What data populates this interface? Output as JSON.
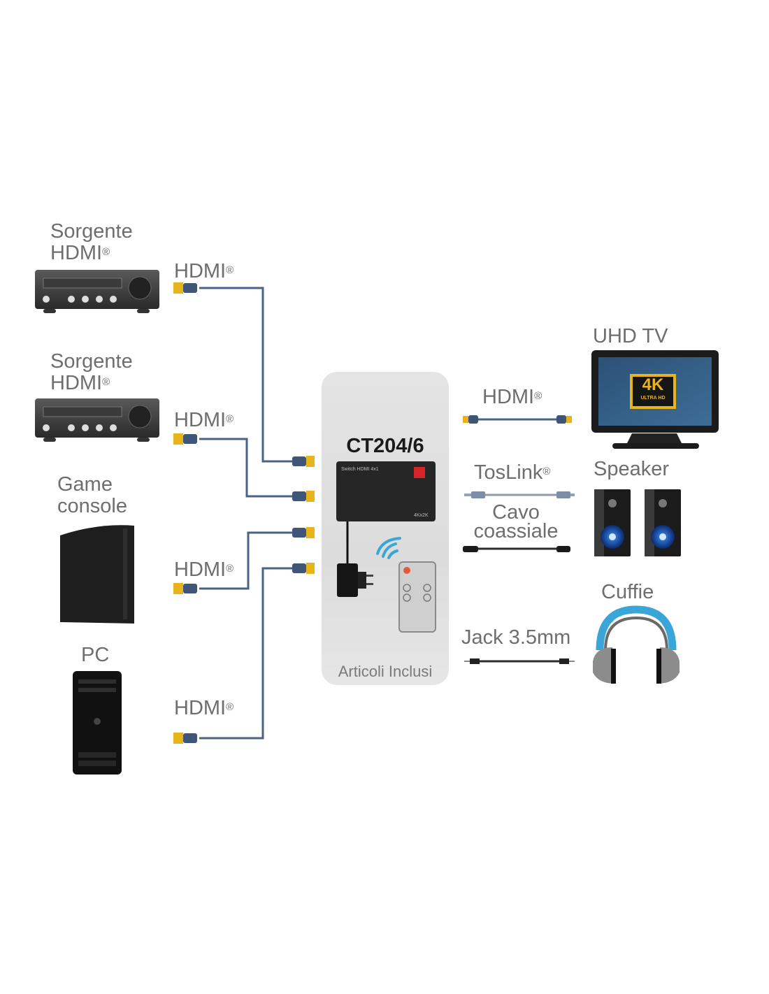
{
  "diagram": {
    "title": "CT204/6",
    "subtitle": "Articoli Inclusi",
    "device_label": "Switch HDMI 4x1",
    "device_badge": "4Kx2K",
    "registered_mark": "®",
    "sources": [
      {
        "id": "source-1",
        "label_line1": "Sorgente",
        "label_line2": "HDMI",
        "registered": true,
        "icon": "av-receiver-icon",
        "cable": "HDMI"
      },
      {
        "id": "source-2",
        "label_line1": "Sorgente",
        "label_line2": "HDMI",
        "registered": true,
        "icon": "av-receiver-icon",
        "cable": "HDMI"
      },
      {
        "id": "game-console",
        "label_line1": "Game",
        "label_line2": "console",
        "registered": false,
        "icon": "game-console-icon",
        "cable": "HDMI"
      },
      {
        "id": "pc",
        "label_line1": "PC",
        "label_line2": "",
        "registered": false,
        "icon": "pc-tower-icon",
        "cable": "HDMI"
      }
    ],
    "outputs": [
      {
        "id": "uhd-tv",
        "label": "UHD TV",
        "icon": "tv-icon",
        "cable": "HDMI",
        "cable_registered": true,
        "badge_main": "4K",
        "badge_sub": "ULTRA HD"
      },
      {
        "id": "speaker",
        "label": "Speaker",
        "icon": "speaker-icon",
        "cable": "TosLink",
        "cable_registered": true,
        "cable2_line1": "Cavo",
        "cable2_line2": "coassiale"
      },
      {
        "id": "headphones",
        "label": "Cuffie",
        "icon": "headphones-icon",
        "cable": "Jack 3.5mm",
        "cable_registered": false
      }
    ],
    "included_items": [
      "switch-box-icon",
      "power-adapter-icon",
      "remote-control-icon",
      "wireless-signal-icon"
    ],
    "colors": {
      "label_text": "#6e6e6e",
      "cable_blue": "#4a6384",
      "connector_gold": "#e8b41c",
      "panel_bg": "#dfdfdf",
      "accent_blue": "#3aa6d8",
      "brand_red": "#d8232a"
    }
  }
}
